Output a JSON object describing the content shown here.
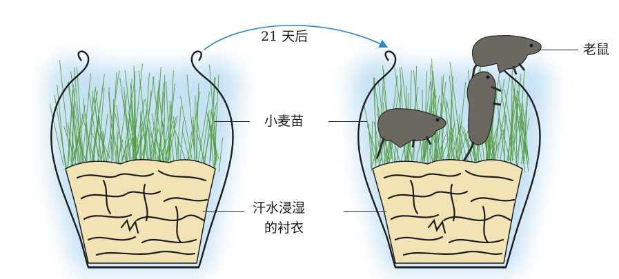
{
  "diagram": {
    "arrow_label": "21 天后",
    "labels": {
      "seedlings": "小麦苗",
      "shirt_line1": "汗水浸湿",
      "shirt_line2": "的衬衣",
      "mouse": "老鼠"
    },
    "colors": {
      "glow": "#bcdcf2",
      "grass": "#4f9a3a",
      "cloth": "#f2e3b5",
      "outline": "#1c1c1c",
      "arrow": "#2f86c6",
      "mouse": "#6b6862"
    }
  }
}
